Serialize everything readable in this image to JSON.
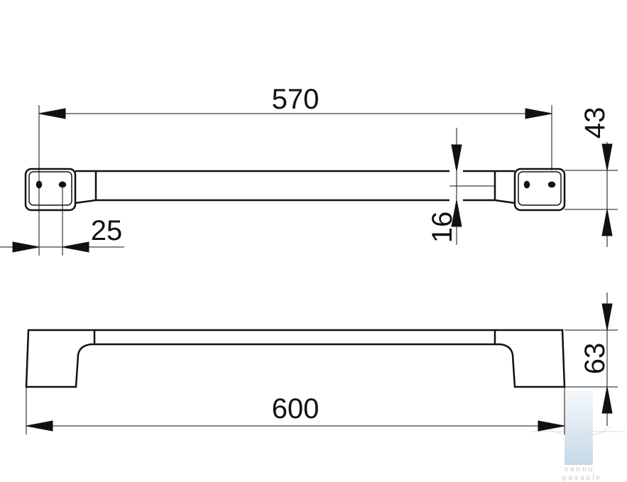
{
  "drawing": {
    "dimensions": {
      "length_570": "570",
      "depth_43": "43",
      "bar_16": "16",
      "hole_spacing_25": "25",
      "height_63": "63",
      "overall_600": "600"
    },
    "watermark": {
      "line1": "vannu",
      "line2": "pasaule"
    },
    "colors": {
      "ink": "#111111",
      "watermark": "#cddcea"
    }
  }
}
